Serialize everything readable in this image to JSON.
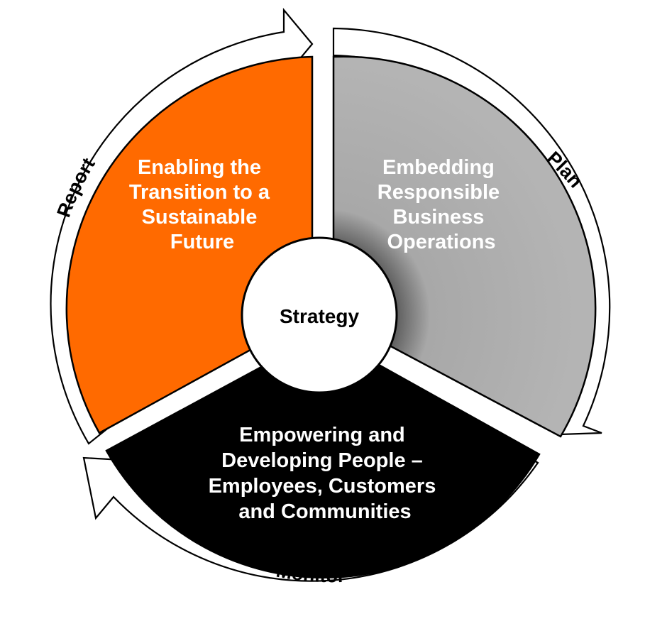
{
  "segments": {
    "top_left": {
      "lines": [
        "Enabling the",
        "Transition to a",
        "Sustainable",
        "Future"
      ],
      "fill": "#ff6a00",
      "text_color": "#ffffff"
    },
    "top_right": {
      "lines": [
        "Embedding",
        "Responsible",
        "Business",
        "Operations"
      ],
      "fill": "#b0b0b0",
      "text_color": "#ffffff"
    },
    "bottom": {
      "lines": [
        "Empowering and",
        "Developing People –",
        "Employees, Customers",
        "and Communities"
      ],
      "fill": "#000000",
      "text_color": "#ffffff"
    }
  },
  "center": {
    "label": "Strategy"
  },
  "cycle": {
    "report": "Report",
    "plan": "Plan",
    "monitor": "Monitor"
  }
}
